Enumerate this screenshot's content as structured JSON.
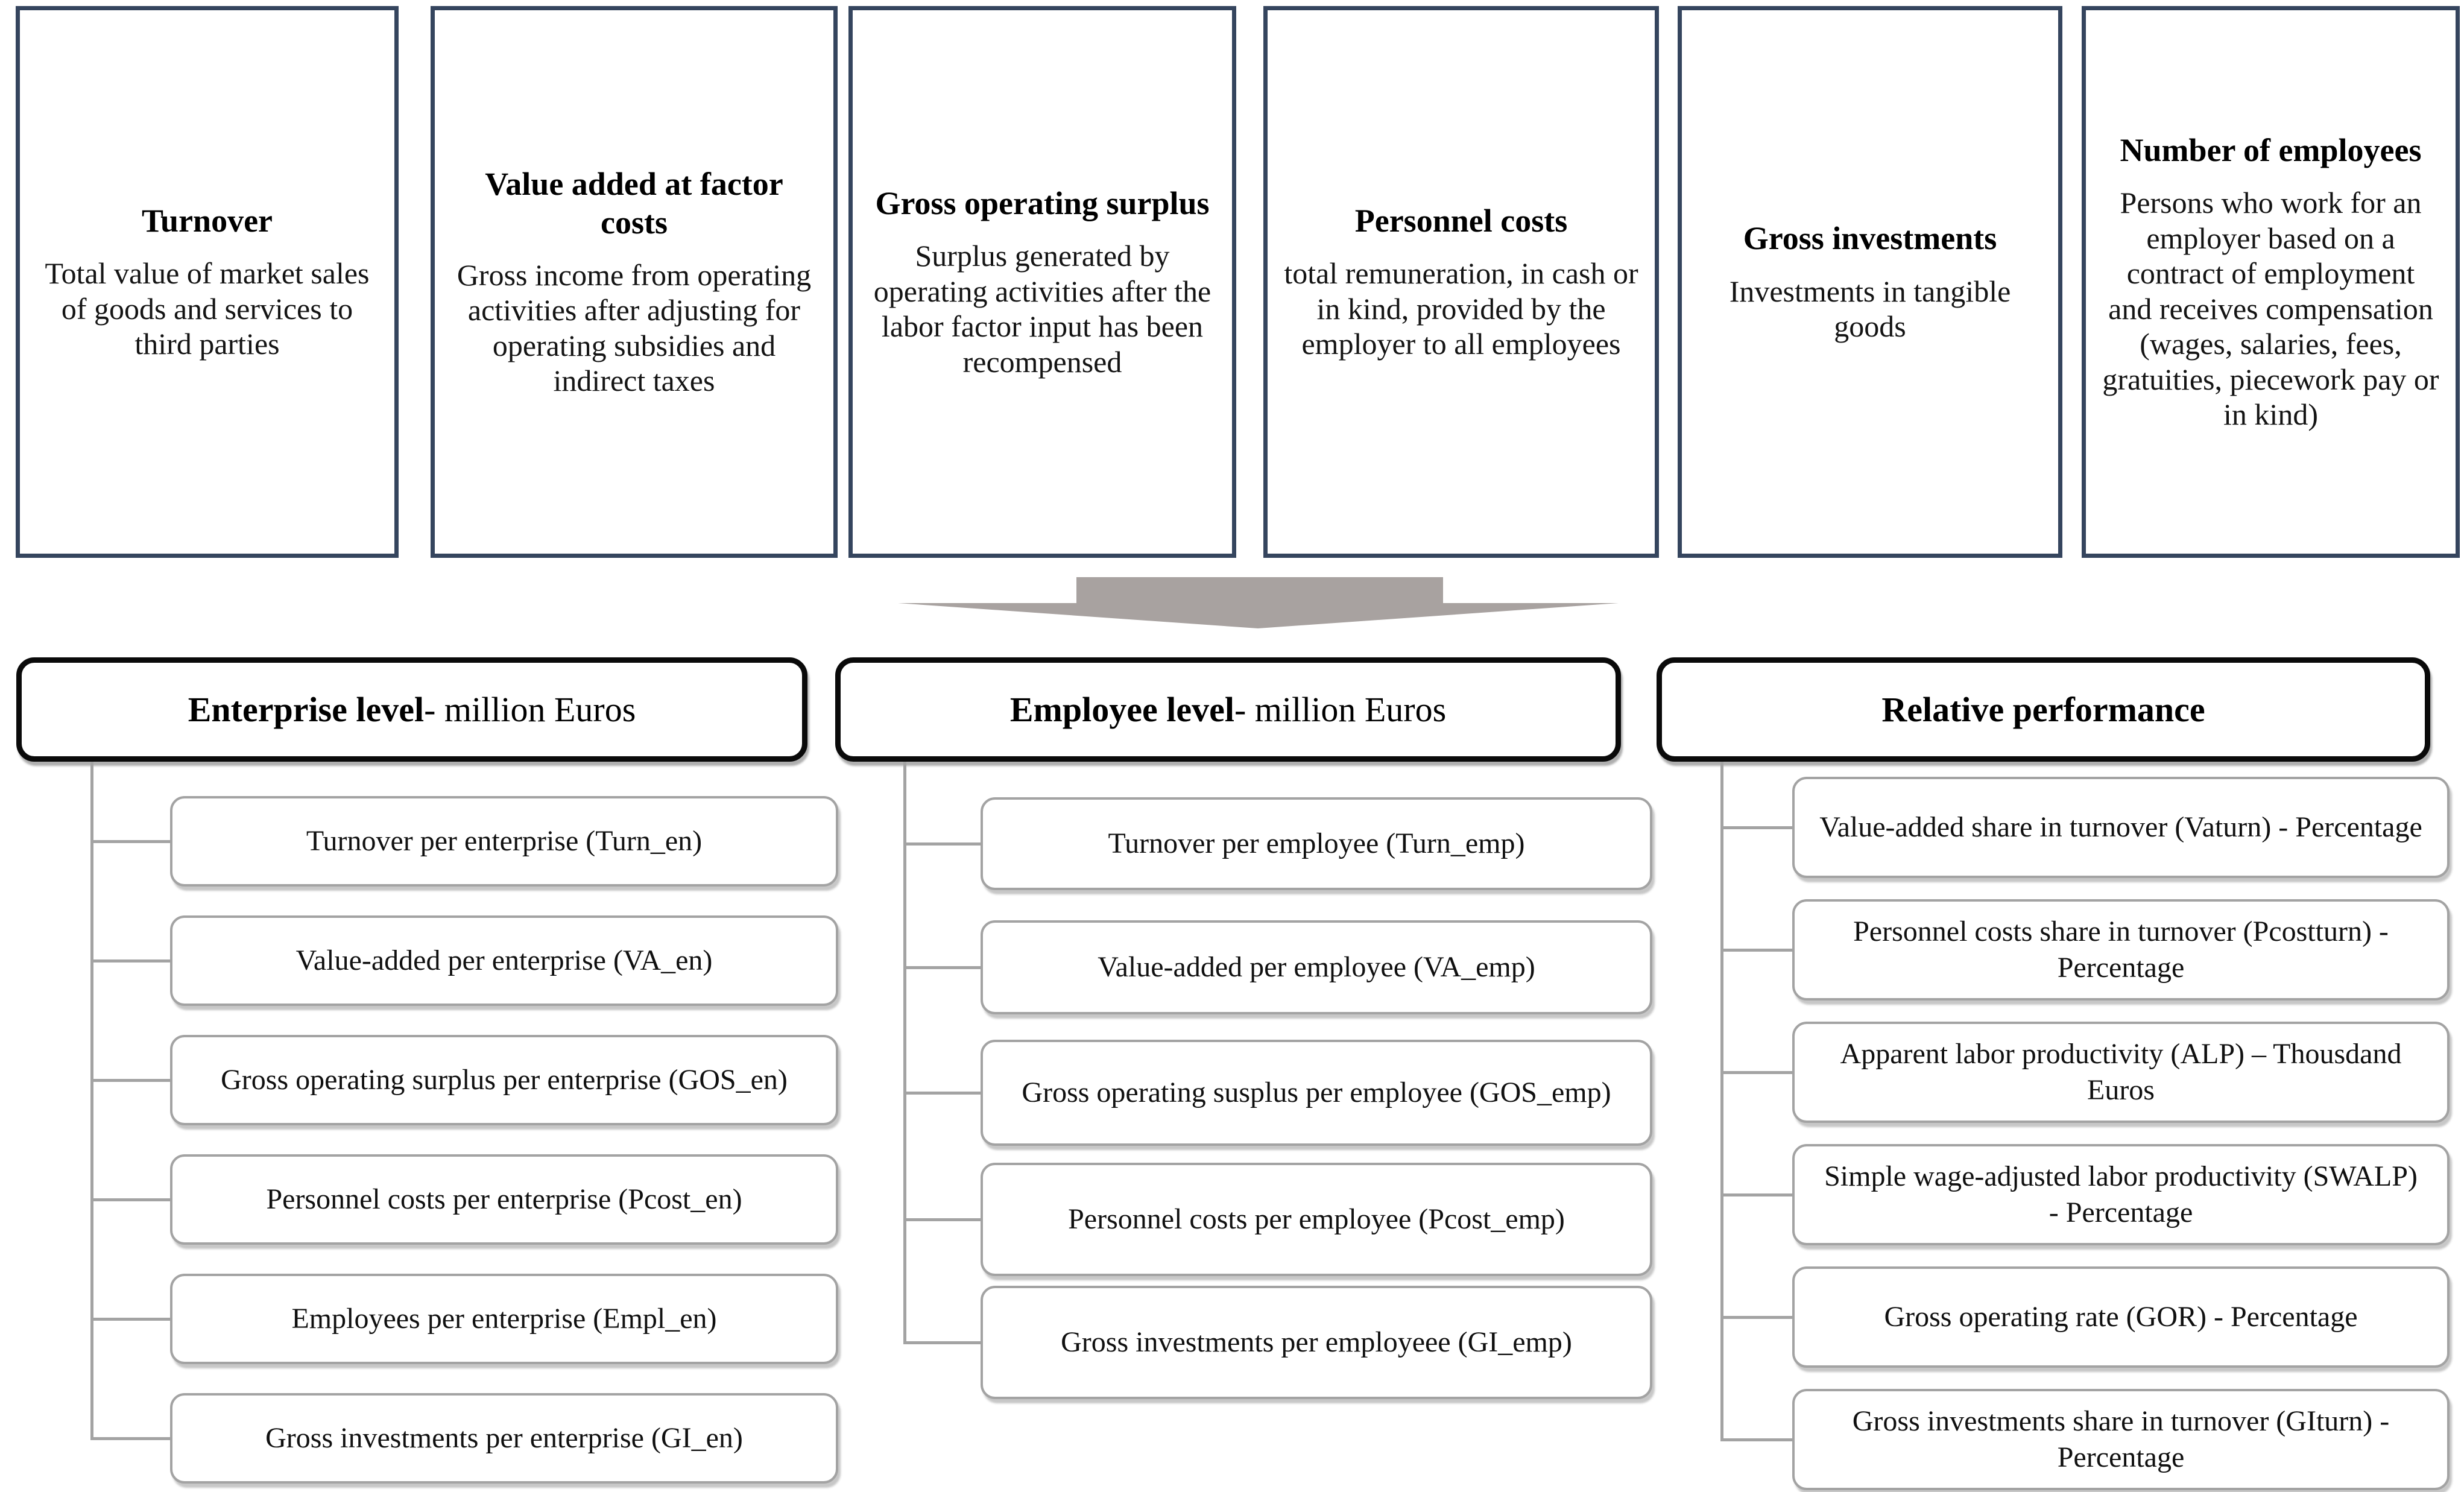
{
  "top_boxes": [
    {
      "title": "Turnover",
      "description": "Total value of market sales of goods and services to third parties"
    },
    {
      "title": "Value added at factor costs",
      "description": "Gross income from operating activities after adjusting for operating subsidies and indirect taxes"
    },
    {
      "title": "Gross operating surplus",
      "description": "Surplus generated by operating activities after the labor factor input has been recompensed"
    },
    {
      "title": "Personnel costs",
      "description": "total remuneration, in cash or in kind, provided by the employer to all employees"
    },
    {
      "title": "Gross investments",
      "description": "Investments in tangible goods"
    },
    {
      "title": "Number of employees",
      "description": "Persons who work for an employer based on a contract of employment and receives compensation (wages, salaries, fees, gratuities, piecework pay or in kind)"
    }
  ],
  "arrow": {
    "description": "large gray block arrow pointing down from definitions to indicator groups"
  },
  "columns": [
    {
      "header_bold": "Enterprise level",
      "header_rest": " - million Euros",
      "items": [
        "Turnover per enterprise (Turn_en)",
        "Value-added per enterprise (VA_en)",
        "Gross operating surplus per enterprise (GOS_en)",
        "Personnel costs per enterprise (Pcost_en)",
        "Employees per enterprise (Empl_en)",
        "Gross investments per enterprise (GI_en)"
      ]
    },
    {
      "header_bold": "Employee level",
      "header_rest": " - million Euros",
      "items": [
        "Turnover per employee (Turn_emp)",
        "Value-added per employee (VA_emp)",
        "Gross operating susplus per employee (GOS_emp)",
        "Personnel costs per employee (Pcost_emp)",
        "Gross investments per employeee (GI_emp)"
      ]
    },
    {
      "header_bold": "Relative performance",
      "header_rest": "",
      "items": [
        "Value-added share in turnover (Vaturn) - Percentage",
        "Personnel costs share in turnover (Pcostturn) - Percentage",
        "Apparent labor productivity (ALP) – Thousdand Euros",
        "Simple wage-adjusted labor productivity (SWALP) - Percentage",
        "Gross operating rate (GOR) - Percentage",
        "Gross investments share in turnover (GIturn) - Percentage"
      ]
    }
  ],
  "colors": {
    "top_box_border": "#35455e",
    "header_border": "#0a0a0a",
    "item_border": "#a3a3a3",
    "connector": "#a3a3a3",
    "arrow_fill": "#a8a2a0",
    "background": "#ffffff"
  }
}
